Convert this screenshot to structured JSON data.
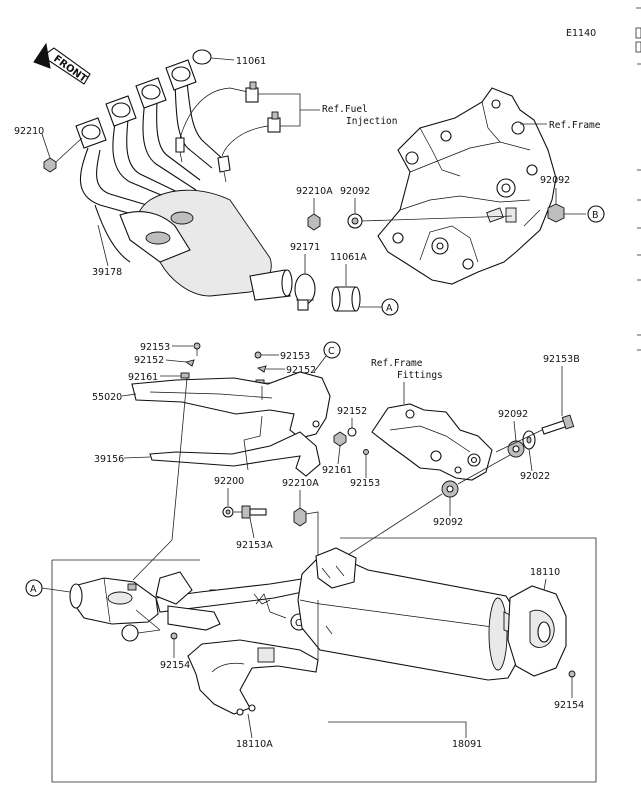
{
  "diagram_code": "E1140",
  "front_label": "FRONT",
  "callouts": {
    "c11061": "11061",
    "c92210": "92210",
    "c39178": "39178",
    "ref_fuel_1": "Ref.Fuel",
    "ref_fuel_2": "Injection",
    "ref_frame": "Ref.Frame",
    "c92210A_top": "92210A",
    "c92092_top": "92092",
    "c92092_right": "92092",
    "c92171": "92171",
    "c11061A": "11061A",
    "c92153_l": "92153",
    "c92152_l": "92152",
    "c92161_l": "92161",
    "c92153_r": "92153",
    "c92152_r": "92152",
    "c92161_r": "92161",
    "c55020": "55020",
    "c39156": "39156",
    "c92152_m": "92152",
    "c92161_m": "92161",
    "c92153_m": "92153",
    "ref_frame_fit_1": "Ref.Frame",
    "ref_frame_fit_2": "Fittings",
    "c92153B": "92153B",
    "c92092_mid": "92092",
    "c92022": "92022",
    "c92092_low": "92092",
    "c92200": "92200",
    "c92210A_mid": "92210A",
    "c92153A": "92153A",
    "c18110": "18110",
    "c92154_l": "92154",
    "c92154_r": "92154",
    "c18110A": "18110A",
    "c18091": "18091"
  },
  "circle_refs": {
    "A": "A",
    "B": "B",
    "C": "C"
  }
}
